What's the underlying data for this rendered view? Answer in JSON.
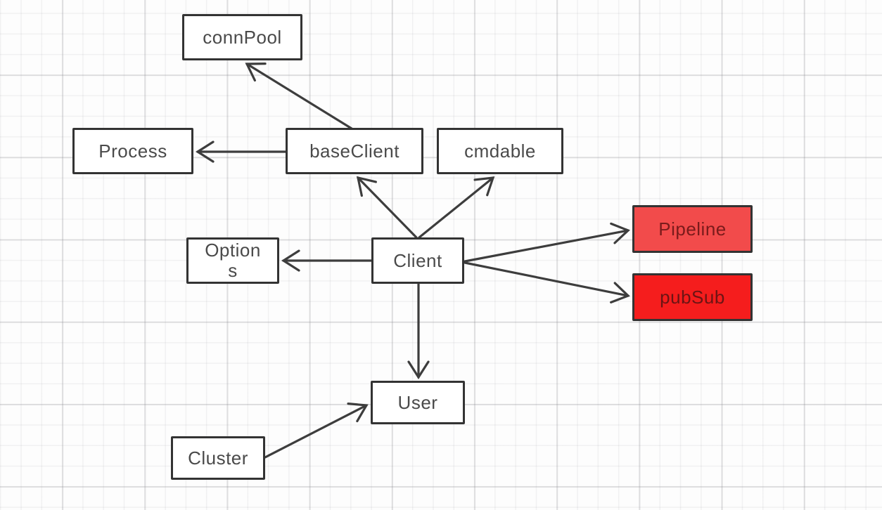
{
  "diagram": {
    "nodes": {
      "connPool": {
        "label": "connPool",
        "fill": "#ffffff",
        "text_color": "#4a4a4a"
      },
      "process": {
        "label": "Process",
        "fill": "#ffffff",
        "text_color": "#4a4a4a"
      },
      "baseClient": {
        "label": "baseClient",
        "fill": "#ffffff",
        "text_color": "#4a4a4a"
      },
      "cmdable": {
        "label": "cmdable",
        "fill": "#ffffff",
        "text_color": "#4a4a4a"
      },
      "options": {
        "label": "Option\ns",
        "fill": "#ffffff",
        "text_color": "#4a4a4a"
      },
      "client": {
        "label": "Client",
        "fill": "#ffffff",
        "text_color": "#4a4a4a"
      },
      "pipeline": {
        "label": "Pipeline",
        "fill": "#f24b4b",
        "text_color": "#7a1b1b"
      },
      "pubSub": {
        "label": "pubSub",
        "fill": "#f51d1d",
        "text_color": "#6b1414"
      },
      "user": {
        "label": "User",
        "fill": "#ffffff",
        "text_color": "#4a4a4a"
      },
      "cluster": {
        "label": "Cluster",
        "fill": "#ffffff",
        "text_color": "#4a4a4a"
      }
    },
    "edges": [
      {
        "from": "baseClient",
        "to": "connPool"
      },
      {
        "from": "baseClient",
        "to": "Process"
      },
      {
        "from": "Client",
        "to": "baseClient"
      },
      {
        "from": "Client",
        "to": "cmdable"
      },
      {
        "from": "Client",
        "to": "Options"
      },
      {
        "from": "Client",
        "to": "Pipeline"
      },
      {
        "from": "Client",
        "to": "pubSub"
      },
      {
        "from": "Client",
        "to": "User"
      },
      {
        "from": "Cluster",
        "to": "User"
      }
    ],
    "colors": {
      "canvas_bg": "#fdfdfd",
      "grid_line": "#e9e9e9",
      "node_border": "#333333",
      "node_fill": "#ffffff",
      "node_text": "#4a4a4a",
      "edge_stroke": "#3d3d3d",
      "pipeline_fill": "#f24b4b",
      "pubsub_fill": "#f51d1d",
      "pipeline_text": "#7a1b1b",
      "pubsub_text": "#6b1414"
    }
  }
}
